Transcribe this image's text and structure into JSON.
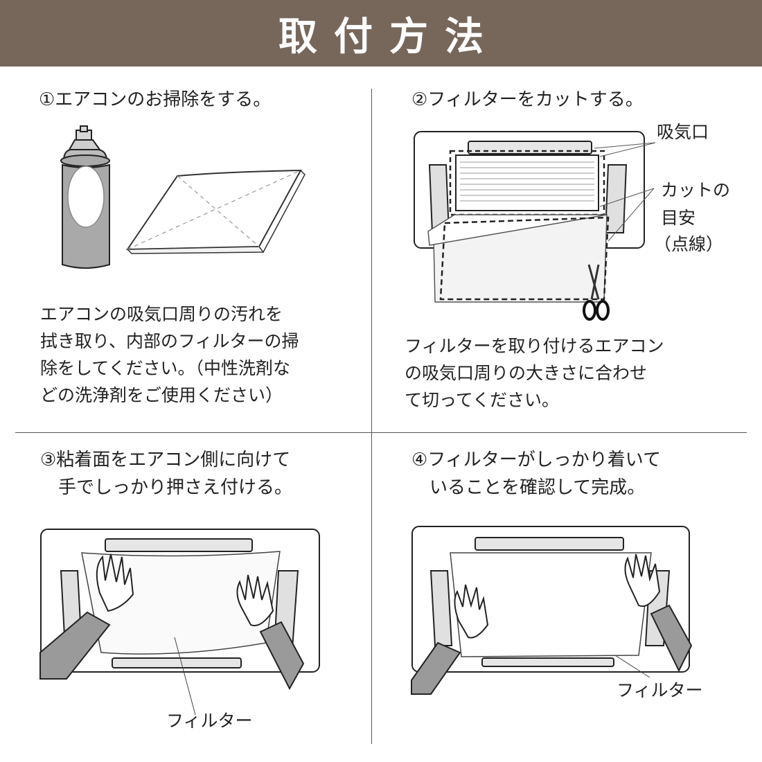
{
  "header": {
    "title": "取付方法",
    "bg_color": "#77675b"
  },
  "steps": [
    {
      "title": "①エアコンのお掃除をする。",
      "desc": [
        "エアコンの吸気口周りの汚れを",
        "拭き取り、内部のフィルターの掃",
        "除をしてください。（中性洗剤な",
        "どの洗浄剤をご使用ください）"
      ]
    },
    {
      "title": "②フィルターをカットする。",
      "labels": {
        "intake": "吸気口",
        "cut_guide_1": "カットの",
        "cut_guide_2": "目安",
        "cut_guide_3": "（点線）"
      },
      "desc": [
        "フィルターを取り付けるエアコン",
        "の吸気口周りの大きさに合わせ",
        "て切ってください。"
      ]
    },
    {
      "title_lines": [
        "③粘着面をエアコン側に向けて",
        "　手でしっかり押さえ付ける。"
      ],
      "labels": {
        "filter": "フィルター"
      }
    },
    {
      "title_lines": [
        "④フィルターがしっかり着いて",
        "　いることを確認して完成。"
      ],
      "labels": {
        "filter": "フィルター"
      }
    }
  ]
}
